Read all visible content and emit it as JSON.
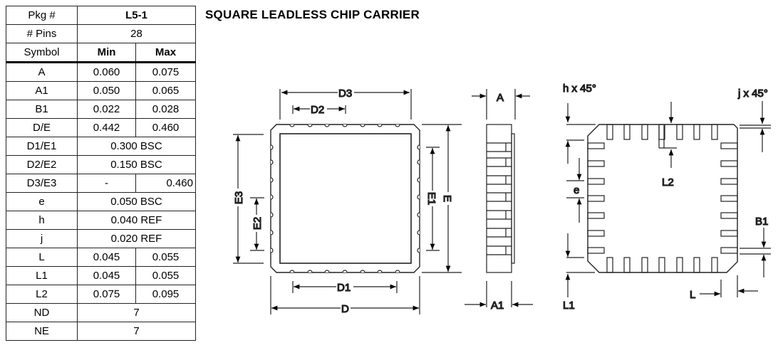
{
  "title": "SQUARE LEADLESS CHIP CARRIER",
  "table": {
    "pkg_label": "Pkg #",
    "pkg_value": "L5-1",
    "pins_label": "# Pins",
    "pins_value": "28",
    "symbol_header": "Symbol",
    "min_header": "Min",
    "max_header": "Max",
    "rows": [
      {
        "symbol": "A",
        "min": "0.060",
        "max": "0.075"
      },
      {
        "symbol": "A1",
        "min": "0.050",
        "max": "0.065"
      },
      {
        "symbol": "B1",
        "min": "0.022",
        "max": "0.028"
      },
      {
        "symbol": "D/E",
        "min": "0.442",
        "max": "0.460"
      },
      {
        "symbol": "D1/E1",
        "span": "0.300 BSC"
      },
      {
        "symbol": "D2/E2",
        "span": "0.150 BSC"
      },
      {
        "symbol": "D3/E3",
        "min": "-",
        "max": "0.460"
      },
      {
        "symbol": "e",
        "span": "0.050 BSC"
      },
      {
        "symbol": "h",
        "span": "0.040 REF"
      },
      {
        "symbol": "j",
        "span": "0.020 REF"
      },
      {
        "symbol": "L",
        "min": "0.045",
        "max": "0.055"
      },
      {
        "symbol": "L1",
        "min": "0.045",
        "max": "0.055"
      },
      {
        "symbol": "L2",
        "min": "0.075",
        "max": "0.095"
      },
      {
        "symbol": "ND",
        "span": "7"
      },
      {
        "symbol": "NE",
        "span": "7"
      }
    ]
  },
  "diagram_labels": {
    "D3": "D3",
    "D2": "D2",
    "D1": "D1",
    "D": "D",
    "E3": "E3",
    "E2": "E2",
    "E1": "E1",
    "E": "E",
    "A": "A",
    "A1": "A1",
    "h": "h x 45°",
    "j": "j x 45°",
    "L2": "L2",
    "e": "e",
    "B1": "B1",
    "L": "L",
    "L1": "L1"
  }
}
